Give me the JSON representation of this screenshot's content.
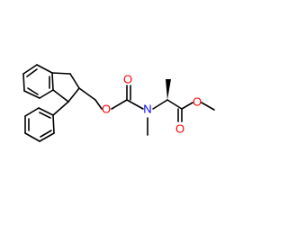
{
  "molecule": {
    "atoms": {
      "carbonyl_o": {
        "symbol": "O",
        "color": "#ff0000"
      },
      "ester_o_carbamate": {
        "symbol": "O",
        "color": "#ff0000"
      },
      "nitrogen": {
        "symbol": "N",
        "color": "#0000ff"
      },
      "ester_o_carbonyl": {
        "symbol": "O",
        "color": "#ff0000"
      },
      "ester_o_methoxy": {
        "symbol": "O",
        "color": "#ff0000"
      }
    },
    "stereo": {
      "alpha_carbon_methyl": "wedge"
    },
    "colors": {
      "bond": "#000000",
      "oxygen": "#ff0000",
      "nitrogen": "#0000ff"
    }
  }
}
